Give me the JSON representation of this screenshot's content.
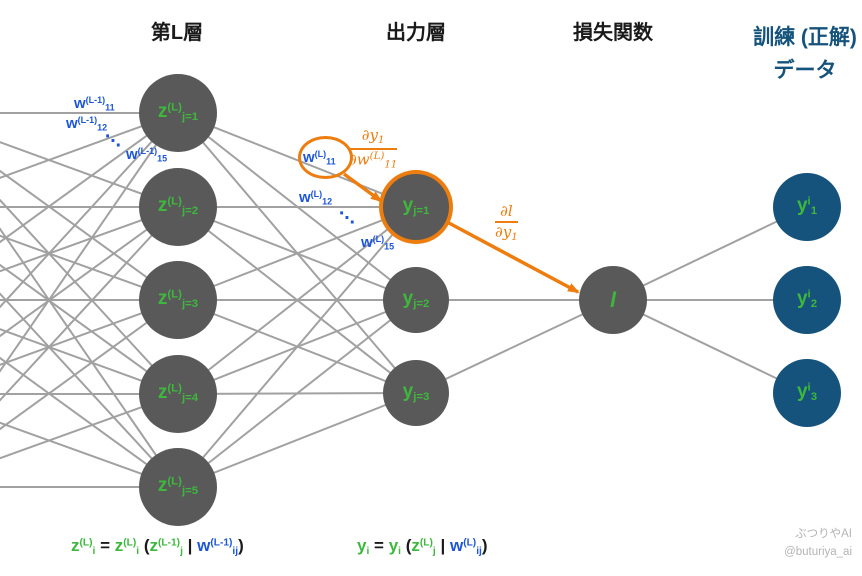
{
  "headers": {
    "layer_l": "第L層",
    "output": "出力層",
    "loss": "損失関数",
    "training_line1": "訓練 (正解)",
    "training_line2": "データ"
  },
  "colors": {
    "node_gray": "#595959",
    "edge_gray": "#a1a1a1",
    "green": "#3db83d",
    "weight_blue": "#1d56d8",
    "navy": "#15537c",
    "orange": "#ee7d0f"
  },
  "nodes": {
    "z": [
      [
        {
          "t": "z",
          "c": "green"
        },
        {
          "t": "(L)",
          "c": "green",
          "p": "sup"
        },
        {
          "t": "j=1",
          "c": "green",
          "p": "sub"
        }
      ],
      [
        {
          "t": "z",
          "c": "green"
        },
        {
          "t": "(L)",
          "c": "green",
          "p": "sup"
        },
        {
          "t": "j=2",
          "c": "green",
          "p": "sub"
        }
      ],
      [
        {
          "t": "z",
          "c": "green"
        },
        {
          "t": "(L)",
          "c": "green",
          "p": "sup"
        },
        {
          "t": "j=3",
          "c": "green",
          "p": "sub"
        }
      ],
      [
        {
          "t": "z",
          "c": "green"
        },
        {
          "t": "(L)",
          "c": "green",
          "p": "sup"
        },
        {
          "t": "j=4",
          "c": "green",
          "p": "sub"
        }
      ],
      [
        {
          "t": "z",
          "c": "green"
        },
        {
          "t": "(L)",
          "c": "green",
          "p": "sup"
        },
        {
          "t": "j=5",
          "c": "green",
          "p": "sub"
        }
      ]
    ],
    "y": [
      [
        {
          "t": "y",
          "c": "green"
        },
        {
          "t": "j=1",
          "c": "green",
          "p": "sub"
        }
      ],
      [
        {
          "t": "y",
          "c": "green"
        },
        {
          "t": "j=2",
          "c": "green",
          "p": "sub"
        }
      ],
      [
        {
          "t": "y",
          "c": "green"
        },
        {
          "t": "j=3",
          "c": "green",
          "p": "sub"
        }
      ]
    ],
    "loss": [
      {
        "t": "l",
        "c": "green",
        "i": true
      }
    ],
    "train": [
      [
        {
          "t": "y",
          "c": "green"
        },
        {
          "t": "i",
          "c": "green",
          "p": "sup"
        },
        {
          "t": "1",
          "c": "green",
          "p": "sub"
        }
      ],
      [
        {
          "t": "y",
          "c": "green"
        },
        {
          "t": "i",
          "c": "green",
          "p": "sup"
        },
        {
          "t": "2",
          "c": "green",
          "p": "sub"
        }
      ],
      [
        {
          "t": "y",
          "c": "green"
        },
        {
          "t": "i",
          "c": "green",
          "p": "sup"
        },
        {
          "t": "3",
          "c": "green",
          "p": "sub"
        }
      ]
    ]
  },
  "weight_labels": {
    "left": [
      [
        {
          "t": "w",
          "c": "blue"
        },
        {
          "t": "(L-1)",
          "c": "blue",
          "p": "sup"
        },
        {
          "t": "11",
          "c": "blue",
          "p": "sub"
        }
      ],
      [
        {
          "t": "w",
          "c": "blue"
        },
        {
          "t": "(L-1)",
          "c": "blue",
          "p": "sup"
        },
        {
          "t": "12",
          "c": "blue",
          "p": "sub"
        }
      ],
      [
        {
          "t": "w",
          "c": "blue"
        },
        {
          "t": "(L-1)",
          "c": "blue",
          "p": "sup"
        },
        {
          "t": "15",
          "c": "blue",
          "p": "sub"
        }
      ]
    ],
    "right": [
      [
        {
          "t": "w",
          "c": "blue"
        },
        {
          "t": "(L)",
          "c": "blue",
          "p": "sup"
        },
        {
          "t": "11",
          "c": "blue",
          "p": "sub"
        }
      ],
      [
        {
          "t": "w",
          "c": "blue"
        },
        {
          "t": "(L)",
          "c": "blue",
          "p": "sup"
        },
        {
          "t": "12",
          "c": "blue",
          "p": "sub"
        }
      ],
      [
        {
          "t": "w",
          "c": "blue"
        },
        {
          "t": "(L)",
          "c": "blue",
          "p": "sup"
        },
        {
          "t": "15",
          "c": "blue",
          "p": "sub"
        }
      ]
    ],
    "ellipsis": "⋱"
  },
  "fractions": {
    "dy_dw": {
      "num": [
        {
          "t": "∂y"
        },
        {
          "t": "1",
          "p": "sub"
        }
      ],
      "den": [
        {
          "t": "∂w"
        },
        {
          "t": "(L)",
          "p": "sup"
        },
        {
          "t": "11",
          "p": "sub"
        }
      ]
    },
    "dl_dy": {
      "num": [
        {
          "t": "∂l"
        }
      ],
      "den": [
        {
          "t": "∂y"
        },
        {
          "t": "1",
          "p": "sub"
        }
      ]
    }
  },
  "formulas": {
    "z_formula": [
      {
        "t": "z",
        "c": "green"
      },
      {
        "t": "(L)",
        "c": "green",
        "p": "sup"
      },
      {
        "t": "i",
        "c": "green",
        "p": "sub"
      },
      {
        "t": " = ",
        "c": "black"
      },
      {
        "t": "z",
        "c": "green"
      },
      {
        "t": "(L)",
        "c": "green",
        "p": "sup"
      },
      {
        "t": "i",
        "c": "green",
        "p": "sub"
      },
      {
        "t": " (",
        "c": "black"
      },
      {
        "t": "z",
        "c": "green"
      },
      {
        "t": "(L-1)",
        "c": "green",
        "p": "sup"
      },
      {
        "t": "j",
        "c": "green",
        "p": "sub"
      },
      {
        "t": " | ",
        "c": "black"
      },
      {
        "t": "w",
        "c": "blue"
      },
      {
        "t": "(L-1)",
        "c": "blue",
        "p": "sup"
      },
      {
        "t": "ij",
        "c": "blue",
        "p": "sub"
      },
      {
        "t": ")",
        "c": "black"
      }
    ],
    "y_formula": [
      {
        "t": "y",
        "c": "green"
      },
      {
        "t": "i",
        "c": "green",
        "p": "sub"
      },
      {
        "t": " = ",
        "c": "black"
      },
      {
        "t": "y",
        "c": "green"
      },
      {
        "t": "i",
        "c": "green",
        "p": "sub"
      },
      {
        "t": " (",
        "c": "black"
      },
      {
        "t": "z",
        "c": "green"
      },
      {
        "t": "(L)",
        "c": "green",
        "p": "sup"
      },
      {
        "t": "j",
        "c": "green",
        "p": "sub"
      },
      {
        "t": " | ",
        "c": "black"
      },
      {
        "t": "w",
        "c": "blue"
      },
      {
        "t": "(L)",
        "c": "blue",
        "p": "sup"
      },
      {
        "t": "ij",
        "c": "blue",
        "p": "sub"
      },
      {
        "t": ")",
        "c": "black"
      }
    ]
  },
  "watermark": {
    "line1": "ぶつりやAI",
    "line2": "@buturiya_ai"
  }
}
